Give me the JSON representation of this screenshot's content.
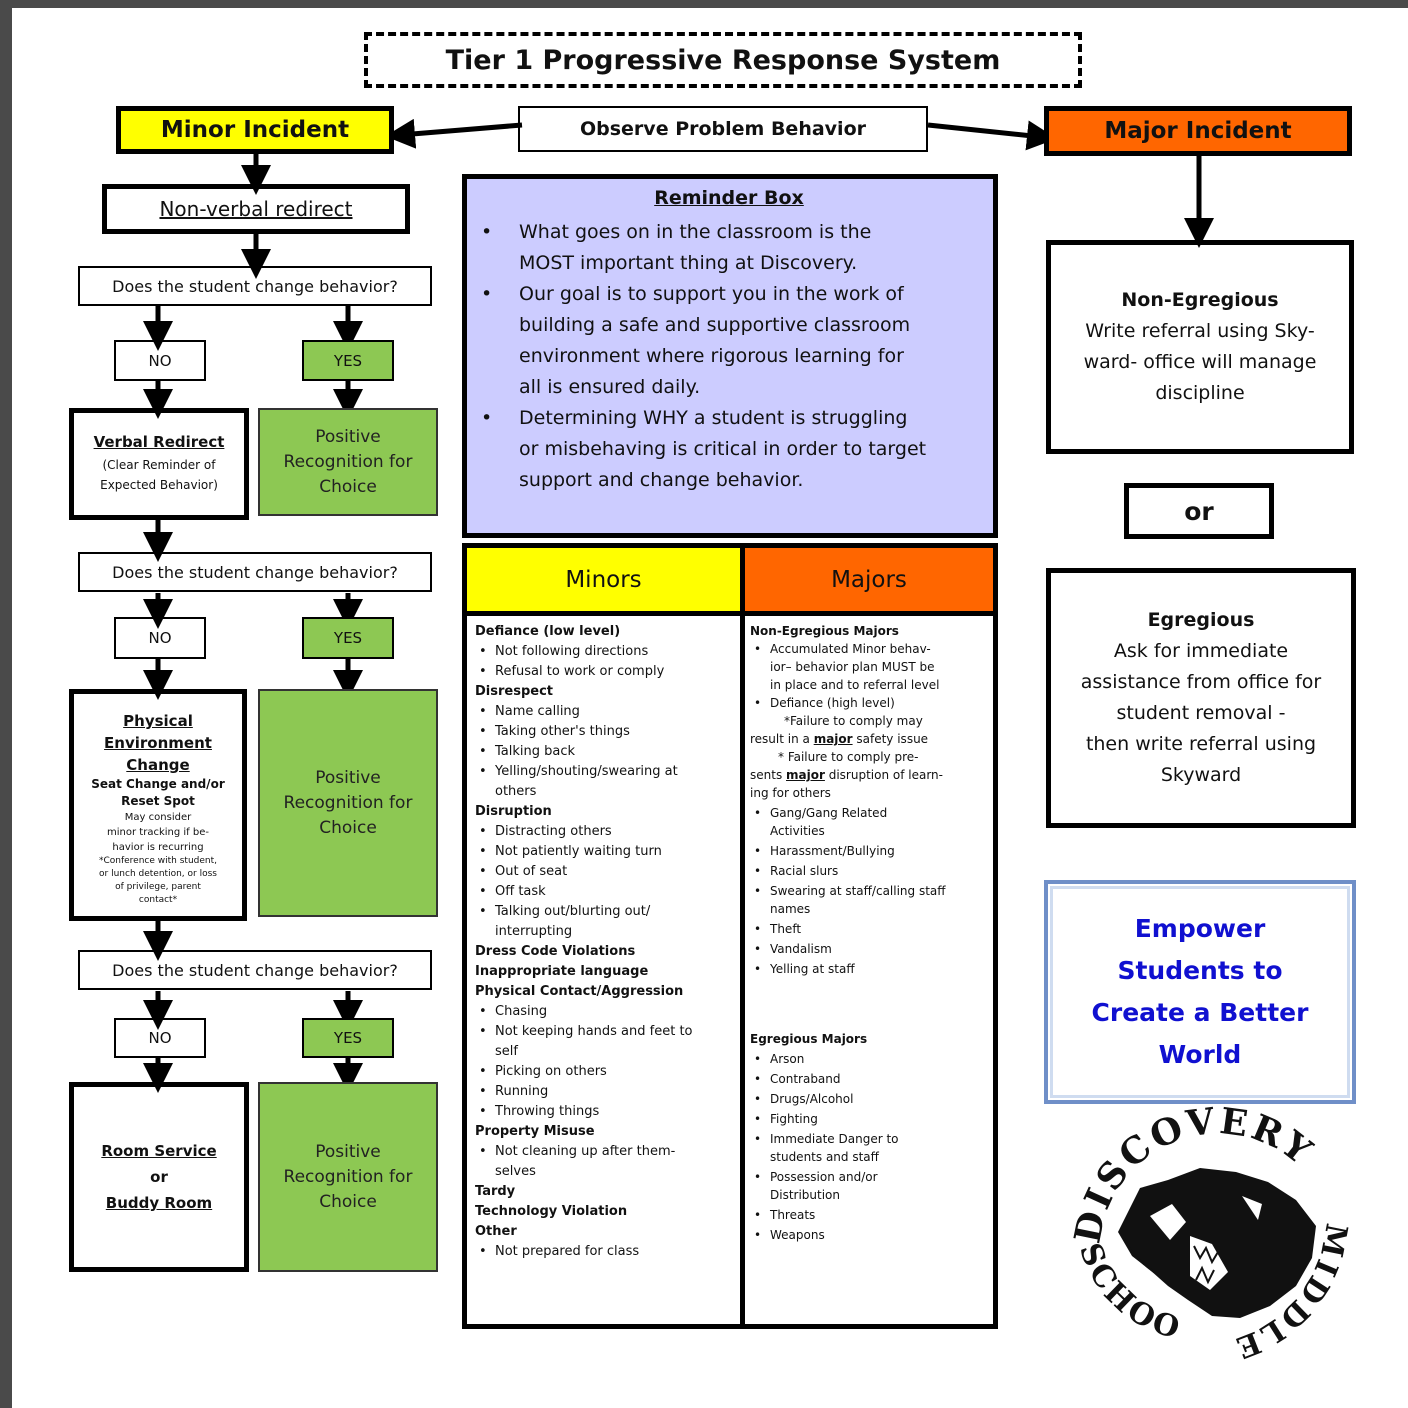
{
  "title": "Tier 1 Progressive Response System",
  "top": {
    "minor": "Minor Incident",
    "observe": "Observe Problem Behavior",
    "major": "Major Incident"
  },
  "colors": {
    "minor": "#ffff00",
    "major": "#ff6600",
    "green": "#8dc853",
    "reminder": "#ccccff",
    "empower_text": "#1010d0",
    "empower_border": "#6f8fc8"
  },
  "left": {
    "nonverbal": "Non-verbal redirect",
    "question": "Does the student change behavior?",
    "no": "NO",
    "yes": "YES",
    "positive": [
      "Positive",
      "Recognition for",
      "Choice"
    ],
    "verbal_title": "Verbal Redirect",
    "verbal_sub": [
      "(Clear Reminder of",
      "Expected Behavior)"
    ],
    "physical_title": [
      "Physical",
      "Environment",
      "Change"
    ],
    "physical_bold": [
      "Seat Change and/or",
      "Reset Spot"
    ],
    "physical_small": [
      "May consider",
      "minor tracking if be-",
      "havior is recurring"
    ],
    "physical_tiny": [
      "*Conference with student,",
      "or lunch detention, or loss",
      "of privilege, parent",
      "contact*"
    ],
    "room_service": "Room Service",
    "or": "or",
    "buddy_room": "Buddy Room"
  },
  "reminder": {
    "title": "Reminder Box",
    "items": [
      [
        "What goes on in the classroom is the",
        "MOST important thing at Discovery."
      ],
      [
        "Our goal is to support you in the work of",
        "building a safe and supportive classroom",
        "environment where rigorous learning for",
        "all is ensured daily."
      ],
      [
        "Determining WHY a student is struggling",
        "or misbehaving is critical in order to target",
        "support and change behavior."
      ]
    ]
  },
  "minors": {
    "header": "Minors",
    "sections": [
      {
        "h": "Defiance (low level)",
        "items": [
          [
            "Not following directions"
          ],
          [
            "Refusal to work or comply"
          ]
        ]
      },
      {
        "h": "Disrespect",
        "items": [
          [
            "Name calling"
          ],
          [
            "Taking other's things"
          ],
          [
            "Talking back"
          ],
          [
            "Yelling/shouting/swearing at",
            "others"
          ]
        ]
      },
      {
        "h": "Disruption",
        "items": [
          [
            "Distracting others"
          ],
          [
            "Not patiently waiting turn"
          ],
          [
            "Out of seat"
          ],
          [
            "Off task"
          ],
          [
            "Talking out/blurting out/",
            "interrupting"
          ]
        ]
      },
      {
        "h": "Dress Code Violations",
        "items": []
      },
      {
        "h": "Inappropriate language",
        "items": []
      },
      {
        "h": "Physical Contact/Aggression",
        "items": [
          [
            "Chasing"
          ],
          [
            "Not keeping hands and feet to",
            "self"
          ],
          [
            "Picking on others"
          ],
          [
            "Running"
          ],
          [
            "Throwing things"
          ]
        ]
      },
      {
        "h": "Property Misuse",
        "items": [
          [
            "Not cleaning up after them-",
            "selves"
          ]
        ]
      },
      {
        "h": "Tardy",
        "items": []
      },
      {
        "h": "Technology Violation",
        "items": []
      },
      {
        "h": "Other",
        "items": [
          [
            "Not prepared for class"
          ]
        ]
      }
    ]
  },
  "majors": {
    "header": "Majors",
    "non_egregious_title": "Non-Egregious Majors",
    "accum": [
      "Accumulated Minor behav-",
      "ior– behavior plan MUST be",
      "in place  and to referral level"
    ],
    "defiance": "Defiance (high level)",
    "fail1": [
      "*Failure to comply may",
      "result in a ",
      "major",
      " safety issue"
    ],
    "fail2": [
      "* Failure to comply pre-",
      "sents ",
      "major",
      " disruption of learn-",
      "ing for others"
    ],
    "non_items": [
      [
        "Gang/Gang Related",
        "Activities"
      ],
      [
        "Harassment/Bullying"
      ],
      [
        "Racial slurs"
      ],
      [
        "Swearing at staff/calling staff",
        "names"
      ],
      [
        "Theft"
      ],
      [
        "Vandalism"
      ],
      [
        "Yelling at staff"
      ]
    ],
    "egregious_title": "Egregious Majors",
    "eg_items": [
      [
        "Arson"
      ],
      [
        "Contraband"
      ],
      [
        "Drugs/Alcohol"
      ],
      [
        "Fighting"
      ],
      [
        "Immediate Danger to",
        "students and staff"
      ],
      [
        "Possession and/or",
        "Distribution"
      ],
      [
        "Threats"
      ],
      [
        "Weapons"
      ]
    ]
  },
  "right": {
    "non_egregious_title": "Non-Egregious",
    "non_egregious_lines": [
      "Write referral using Sky-",
      "ward- office will manage",
      "discipline"
    ],
    "or": "or",
    "egregious_title": "Egregious",
    "egregious_lines": [
      "Ask for immediate",
      "assistance from office for",
      "student removal -",
      "then write referral using",
      "Skyward"
    ],
    "empower_lines": [
      "Empower",
      "Students to",
      "Create a Better",
      "World"
    ]
  },
  "logo": {
    "top_text": "DISCOVERY",
    "bottom_text": "SCHOOL",
    "side_text": "MIDDLE"
  }
}
